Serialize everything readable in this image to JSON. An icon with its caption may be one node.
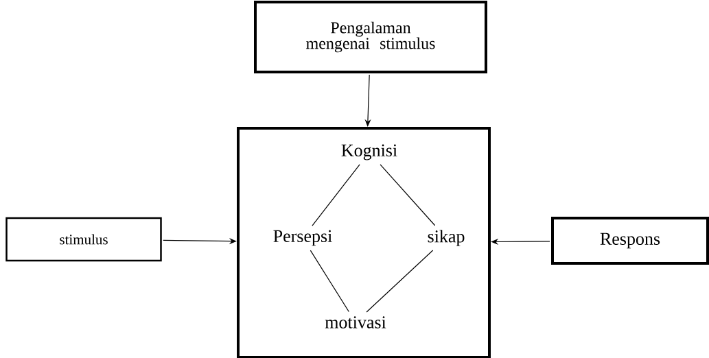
{
  "diagram": {
    "nodes": [
      {
        "text": [
          "Pengalaman mengenai stimulus"
        ]
      },
      {
        "text": [],
        "shape": "box"
      },
      {
        "text": [
          "Kognisi"
        ],
        "in": 1
      },
      {
        "text": [
          "stimulus"
        ]
      },
      {
        "text": [
          "Persepsi"
        ],
        "in": 1
      },
      {
        "text": [
          "sikap"
        ],
        "in": 1
      },
      {
        "text": [
          "Respons"
        ]
      },
      {
        "text": [
          "motivasi"
        ],
        "in": 1
      }
    ],
    "edges": [
      {
        "from": 0,
        "to": 1,
        "arrow": "to"
      },
      {
        "from": 3,
        "to": 1,
        "arrow": "to"
      },
      {
        "from": 6,
        "to": 1,
        "arrow": "to"
      },
      {
        "from": 2,
        "to": 4,
        "arrow": "none"
      },
      {
        "from": 2,
        "to": 5,
        "arrow": "none"
      },
      {
        "from": 4,
        "to": 7,
        "arrow": "none"
      },
      {
        "from": 5,
        "to": 7,
        "arrow": "none"
      }
    ]
  }
}
